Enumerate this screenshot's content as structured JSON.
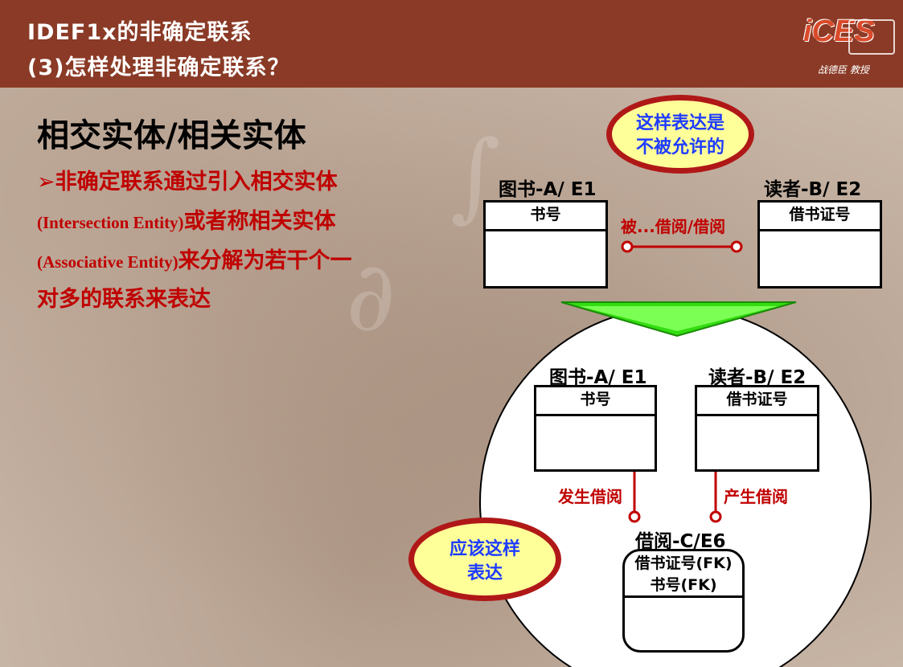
{
  "header": {
    "title_line1": "IDEF1x的非确定联系",
    "title_line2": "(3)怎样处理非确定联系？",
    "logo_mark": "iCES",
    "logo_name": "战德臣 教授"
  },
  "content": {
    "heading": "相交实体/相关实体",
    "bullet_line1": "➢非确定联系通过引入相交实体",
    "bullet_line2_en": "(Intersection Entity)",
    "bullet_line2_cn": "或者称相关实体",
    "bullet_line3_en": "(Associative Entity)",
    "bullet_line3_cn": "来分解为若干个一",
    "bullet_line4": "对多的联系来表达"
  },
  "top_diagram": {
    "callout": "这样表达是不被允许的",
    "entity_a_title": "图书-A/ E1",
    "entity_a_key": "书号",
    "entity_b_title": "读者-B/ E2",
    "entity_b_key": "借书证号",
    "relationship": "被...借阅/借阅"
  },
  "bottom_diagram": {
    "callout": "应该这样表达",
    "entity_a_title": "图书-A/ E1",
    "entity_a_key": "书号",
    "entity_b_title": "读者-B/ E2",
    "entity_b_key": "借书证号",
    "rel_left": "发生借阅",
    "rel_right": "产生借阅",
    "entity_c_title": "借阅-C/E6",
    "entity_c_key1": "借书证号(FK)",
    "entity_c_key2": "书号(FK)"
  },
  "colors": {
    "header_bg": "#8a3a26",
    "emphasis_red": "#c00000",
    "callout_fill": "#ffff99",
    "callout_border": "#b01818",
    "callout_text": "#1f3cff",
    "arrow_green": "#33dd11"
  }
}
